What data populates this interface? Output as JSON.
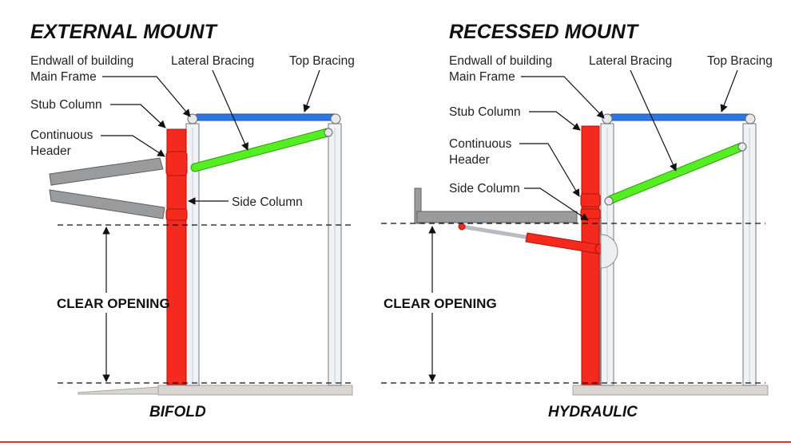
{
  "colors": {
    "red_member": "#f52a1e",
    "grey_member": "#9a9b9c",
    "blue_member": "#2b78e4",
    "green_member": "#55ee22",
    "footer_line": "#d33a2c"
  },
  "external": {
    "title": "EXTERNAL MOUNT",
    "labels": {
      "endwall_line1": "Endwall of building",
      "endwall_line2": "Main Frame",
      "lateral_bracing": "Lateral Bracing",
      "top_bracing": "Top Bracing",
      "stub_column": "Stub Column",
      "continuous_line1": "Continuous",
      "continuous_line2": "Header",
      "side_column": "Side Column"
    },
    "clear_opening": "CLEAR OPENING",
    "door_type": "BIFOLD"
  },
  "recessed": {
    "title": "RECESSED MOUNT",
    "labels": {
      "endwall_line1": "Endwall of building",
      "endwall_line2": "Main Frame",
      "lateral_bracing": "Lateral Bracing",
      "top_bracing": "Top Bracing",
      "stub_column": "Stub Column",
      "continuous_line1": "Continuous",
      "continuous_line2": "Header",
      "side_column": "Side Column"
    },
    "clear_opening": "CLEAR OPENING",
    "door_type": "HYDRAULIC"
  }
}
